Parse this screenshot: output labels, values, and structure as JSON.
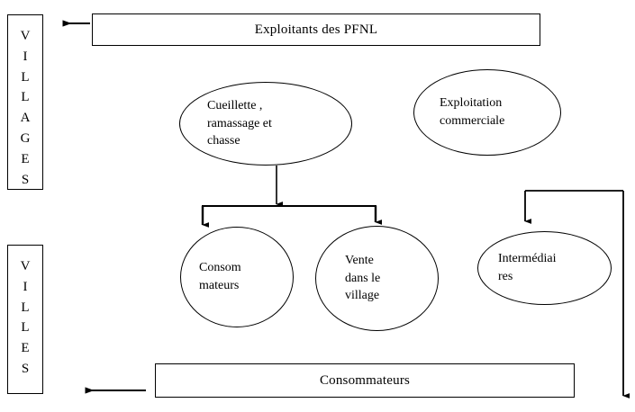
{
  "diagram": {
    "title": "Exploitants des PFNL",
    "side_bars": [
      {
        "name": "villages",
        "text": "VILLAGES",
        "letters": [
          "V",
          "I",
          "L",
          "L",
          "A",
          "G",
          "E",
          "S"
        ]
      },
      {
        "name": "villes",
        "text": "VILLES",
        "letters": [
          "V",
          "I",
          "L",
          "L",
          "E",
          "S"
        ]
      }
    ],
    "boxes": [
      {
        "id": "exploitants",
        "label": "Exploitants des PFNL"
      },
      {
        "id": "consommateurs_bottom",
        "label": "Consommateurs"
      }
    ],
    "ellipses": [
      {
        "id": "cueillette",
        "lines": [
          "Cueillette ,",
          "ramassage et",
          "chasse"
        ]
      },
      {
        "id": "exploitation",
        "lines": [
          "Exploitation",
          "commerciale"
        ]
      },
      {
        "id": "consommateurs",
        "lines": [
          "Consom",
          "mateurs"
        ]
      },
      {
        "id": "vente",
        "lines": [
          "Vente",
          "dans le",
          "village"
        ]
      },
      {
        "id": "intermediaires",
        "lines": [
          "Intermédiai",
          "res"
        ]
      }
    ],
    "connectors": [
      {
        "id": "exploitants-to-villages",
        "direction": "left",
        "label": ""
      },
      {
        "id": "cueillette-to-split",
        "direction": "down",
        "label": ""
      },
      {
        "id": "split-to-consommateurs",
        "direction": "down",
        "label": ""
      },
      {
        "id": "split-to-vente",
        "direction": "down",
        "label": ""
      },
      {
        "id": "loop-to-intermediaires",
        "direction": "down",
        "label": ""
      },
      {
        "id": "loop-right-down",
        "direction": "down",
        "label": ""
      },
      {
        "id": "consommateurs-to-villes",
        "direction": "left",
        "label": ""
      }
    ],
    "colors": {
      "stroke": "#000000",
      "background": "#ffffff",
      "text": "#000000"
    }
  }
}
